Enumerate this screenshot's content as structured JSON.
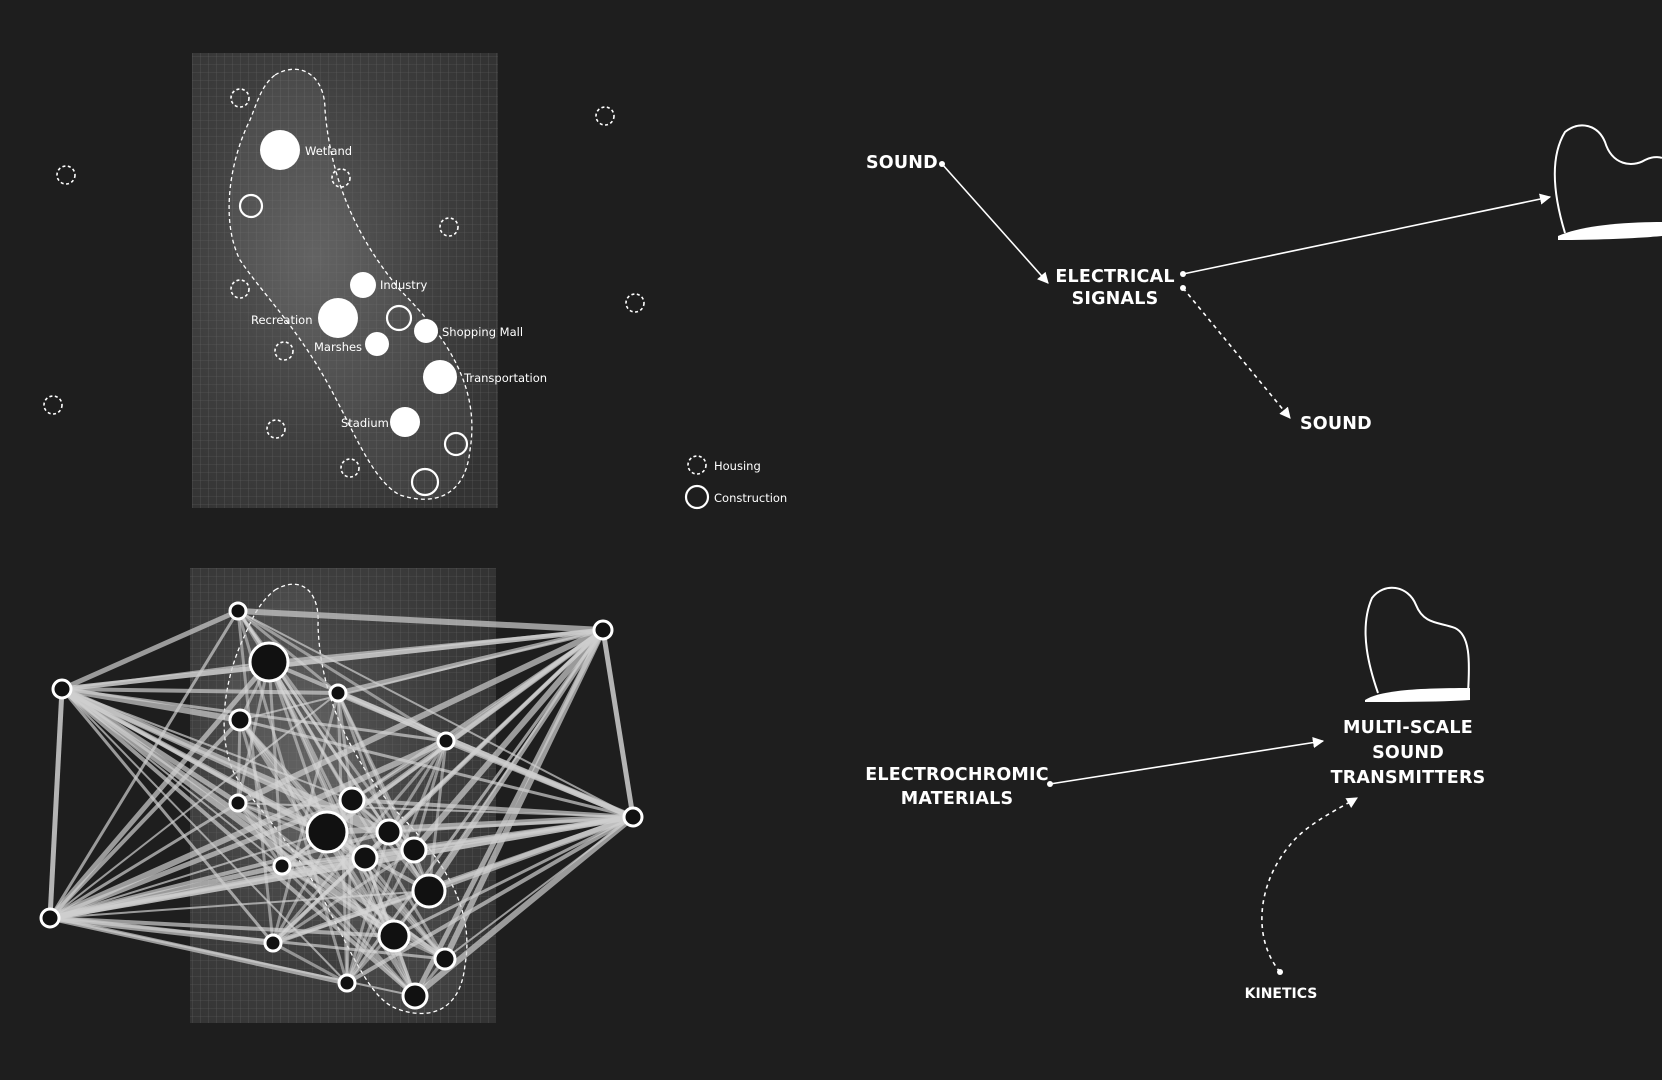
{
  "colors": {
    "background": "#1e1e1e",
    "foreground": "#ffffff",
    "network": "#cfcfcf"
  },
  "map": {
    "nodes": [
      {
        "label": "Wetland"
      },
      {
        "label": "Industry"
      },
      {
        "label": "Recreation"
      },
      {
        "label": "Shopping Mall"
      },
      {
        "label": "Marshes"
      },
      {
        "label": "Transportation"
      },
      {
        "label": "Stadium"
      }
    ]
  },
  "legend": {
    "housing": "Housing",
    "construction": "Construction"
  },
  "flow_top": {
    "source": "SOUND",
    "middle_line1": "ELECTRICAL",
    "middle_line2": "SIGNALS",
    "output": "SOUND",
    "icon": "chair-icon"
  },
  "flow_bottom": {
    "input_line1": "ELECTROCHROMIC",
    "input_line2": "MATERIALS",
    "target_line1": "MULTI-SCALE",
    "target_line2": "SOUND",
    "target_line3": "TRANSMITTERS",
    "secondary": "KINETICS",
    "icon": "chair-icon"
  }
}
